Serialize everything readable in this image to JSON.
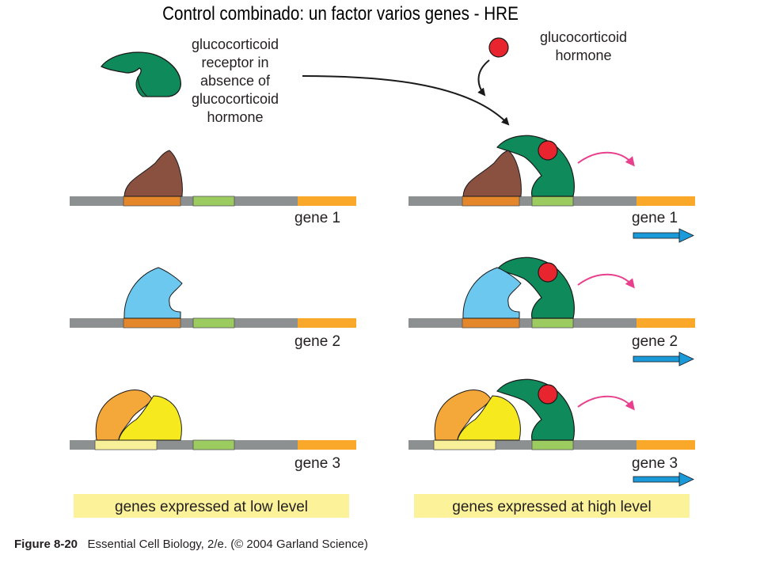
{
  "title": "Control combinado: un factor varios genes - HRE",
  "receptor_label": [
    "glucocorticoid",
    "receptor in",
    "absence of",
    "glucocorticoid",
    "hormone"
  ],
  "hormone_label": [
    "glucocorticoid",
    "hormone"
  ],
  "genes": [
    "gene 1",
    "gene 2",
    "gene 3"
  ],
  "banners": {
    "low": "genes expressed at low level",
    "high": "genes expressed at high level"
  },
  "caption": {
    "figure": "Figure 8-20",
    "text": "Essential Cell Biology, 2/e. (© 2004 Garland Science)"
  },
  "colors": {
    "receptor_green": "#0f8a5a",
    "hormone_red": "#e8252f",
    "protein_brown": "#8a5040",
    "protein_blue": "#6cc8ee",
    "protein_orange": "#f5a83a",
    "protein_yellow": "#f6ea1e",
    "dna_gray": "#8c9090",
    "site_orange": "#e3872a",
    "site_green": "#9ccc60",
    "site_pale": "#f8f098",
    "gene_orange": "#f9a82a",
    "banner_yellow": "#fbf29a",
    "arrow_blue": "#1a9ad8",
    "arrow_pink": "#e8408c"
  }
}
